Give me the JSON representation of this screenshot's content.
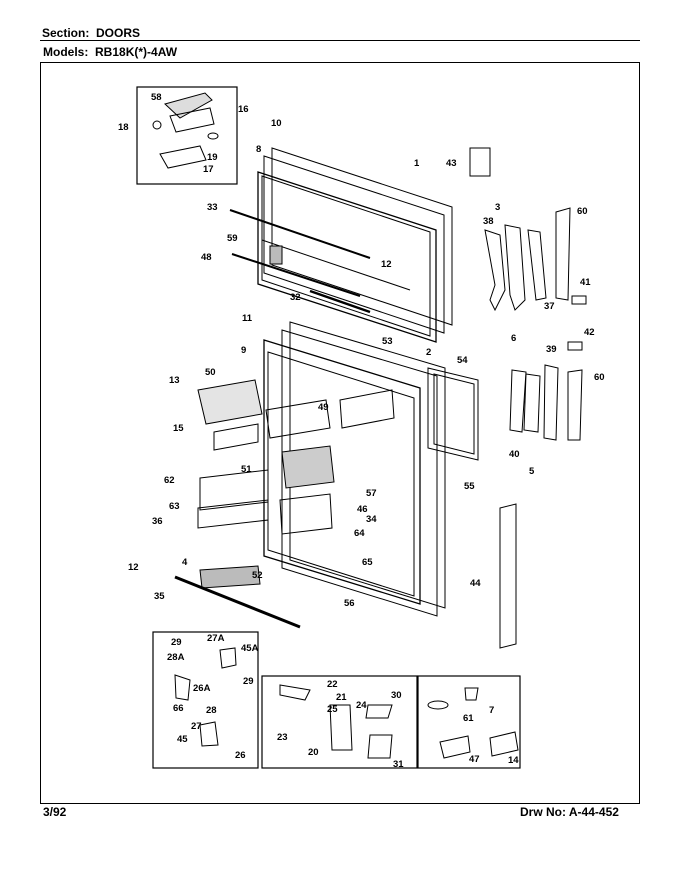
{
  "header": {
    "section_label": "Section:",
    "section_value": "DOORS",
    "models_label": "Models:",
    "models_value": "RB18K(*)-4AW"
  },
  "footer": {
    "date": "3/92",
    "drawing_number": "Drw No: A-44-452"
  },
  "part_numbers": [
    "58",
    "16",
    "18",
    "19",
    "17",
    "10",
    "8",
    "1",
    "43",
    "33",
    "3",
    "38",
    "60",
    "59",
    "48",
    "12",
    "32",
    "41",
    "37",
    "11",
    "6",
    "42",
    "9",
    "53",
    "2",
    "54",
    "39",
    "60",
    "50",
    "13",
    "49",
    "15",
    "40",
    "51",
    "55",
    "5",
    "62",
    "57",
    "46",
    "63",
    "34",
    "36",
    "64",
    "65",
    "44",
    "12",
    "4",
    "52",
    "56",
    "35",
    "29",
    "27A",
    "45A",
    "28A",
    "26A",
    "66",
    "29",
    "28",
    "22",
    "21",
    "30",
    "24",
    "25",
    "23",
    "20",
    "31",
    "7",
    "61",
    "27",
    "45",
    "26",
    "47",
    "14"
  ]
}
